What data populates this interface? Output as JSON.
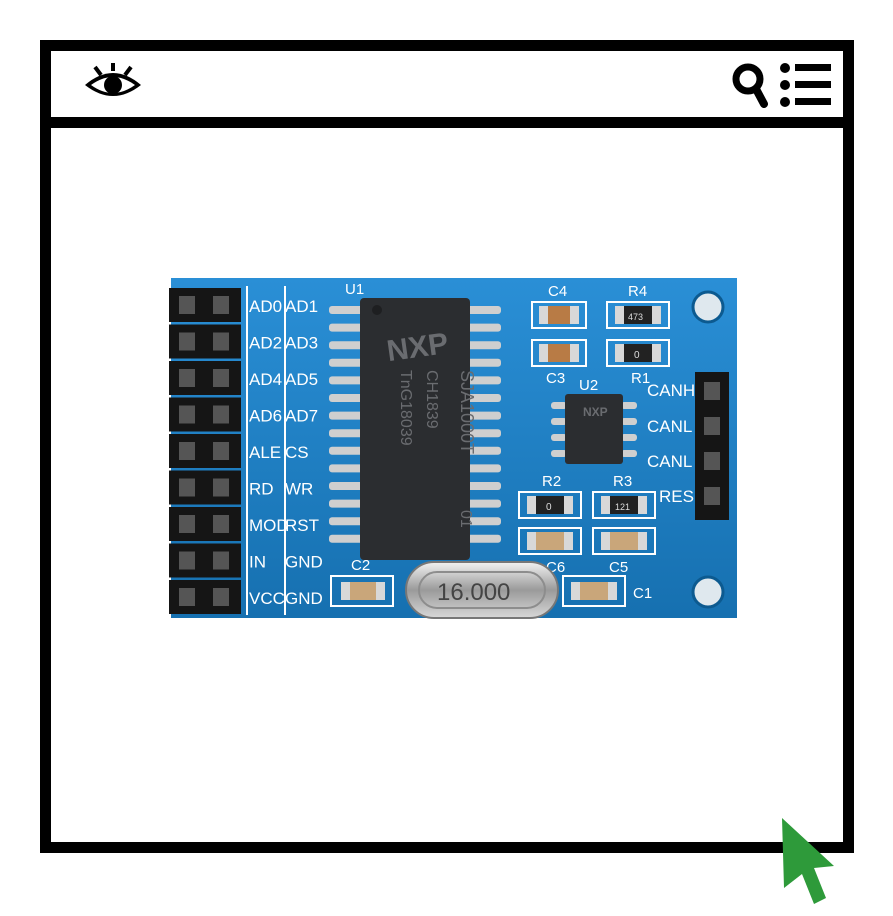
{
  "toolbar": {
    "view_icon": "eye-icon",
    "search_icon": "search-icon",
    "menu_icon": "list-menu-icon"
  },
  "board": {
    "left_header_labels": [
      "AD0",
      "AD1",
      "AD2",
      "AD3",
      "AD4",
      "AD5",
      "AD6",
      "AD7",
      "ALE",
      "CS",
      "RD",
      "WR",
      "MOD",
      "RST",
      "IN",
      "GND",
      "VCC",
      "GND"
    ],
    "can_labels": [
      "CANH",
      "CANL",
      "CANL",
      "RES"
    ],
    "component_labels": [
      "U1",
      "U2",
      "C1",
      "C2",
      "C3",
      "C4",
      "C5",
      "C6",
      "R1",
      "R2",
      "R3",
      "R4"
    ],
    "chip_u1": {
      "brand": "NXP",
      "line1": "SJA1000T",
      "line2": "CH1839",
      "line3": "TnG18039",
      "line4": "01"
    },
    "chip_u2": {
      "brand": "NXP"
    },
    "resistor_codes": {
      "r4": "473",
      "r1": "0",
      "r2": "0",
      "r3": "121"
    },
    "crystal": "16.000"
  },
  "colors": {
    "pcb": "#1b7fc4",
    "silkscreen": "#ffffff",
    "cursor": "#2e9a3a",
    "frame": "#000000"
  }
}
